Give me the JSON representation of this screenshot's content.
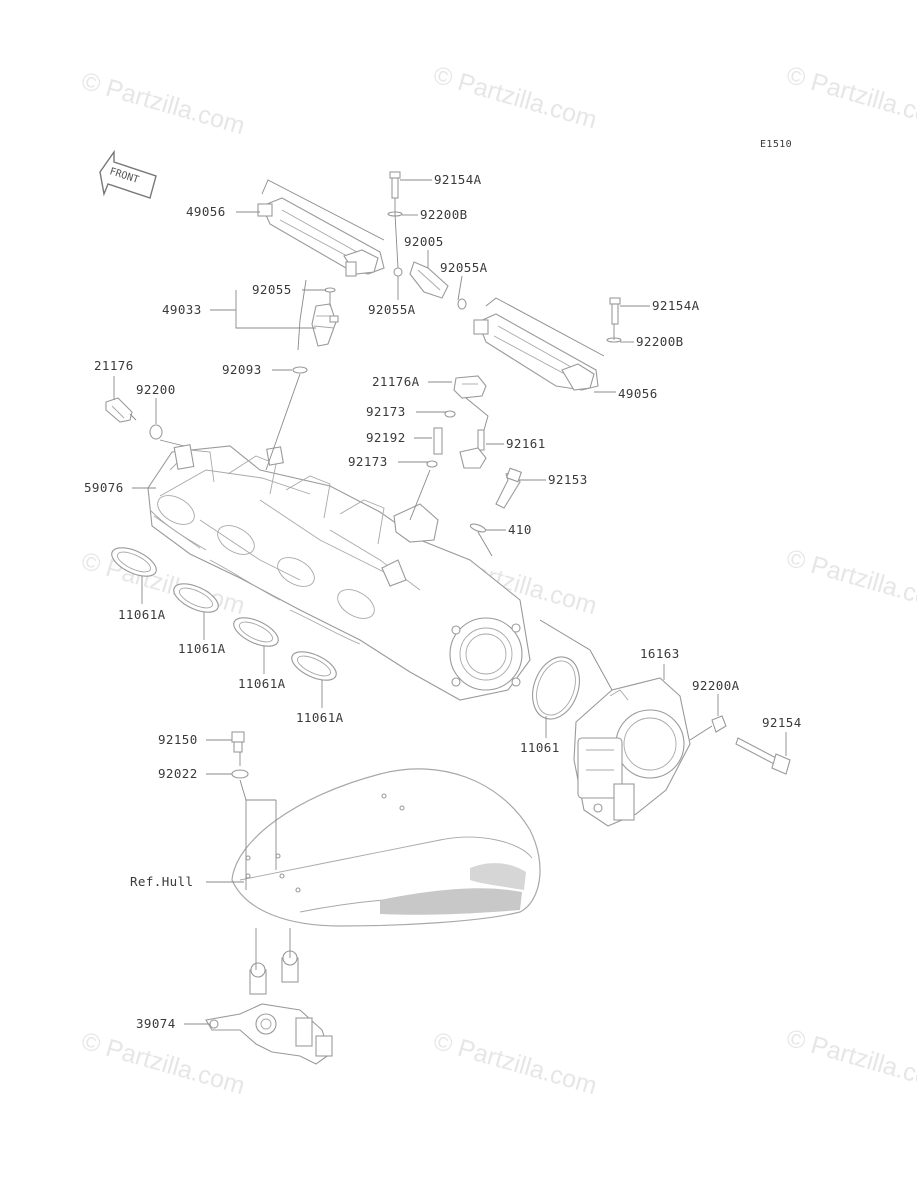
{
  "watermark": "© Partzilla.com",
  "diagram_code": "E1510",
  "front_arrow_label": "FRONT",
  "parts": {
    "p92154A_top": "92154A",
    "p92200B_top": "92200B",
    "p49056_left": "49056",
    "p92005": "92005",
    "p92055A_right": "92055A",
    "p92055A_left": "92055A",
    "p92055": "92055",
    "p49033": "49033",
    "p92154A_right": "92154A",
    "p92200B_right": "92200B",
    "p92093": "92093",
    "p49056_right": "49056",
    "p21176": "21176",
    "p92200": "92200",
    "p21176A": "21176A",
    "p92173_top": "92173",
    "p92192": "92192",
    "p92161": "92161",
    "p92173_bottom": "92173",
    "p59076": "59076",
    "p92153": "92153",
    "p410": "410",
    "p11061A_1": "11061A",
    "p11061A_2": "11061A",
    "p11061A_3": "11061A",
    "p11061A_4": "11061A",
    "p16163": "16163",
    "p92200A": "92200A",
    "p92154": "92154",
    "p11061": "11061",
    "p92150": "92150",
    "p92022": "92022",
    "pRefHull": "Ref.Hull",
    "p39074": "39074"
  }
}
